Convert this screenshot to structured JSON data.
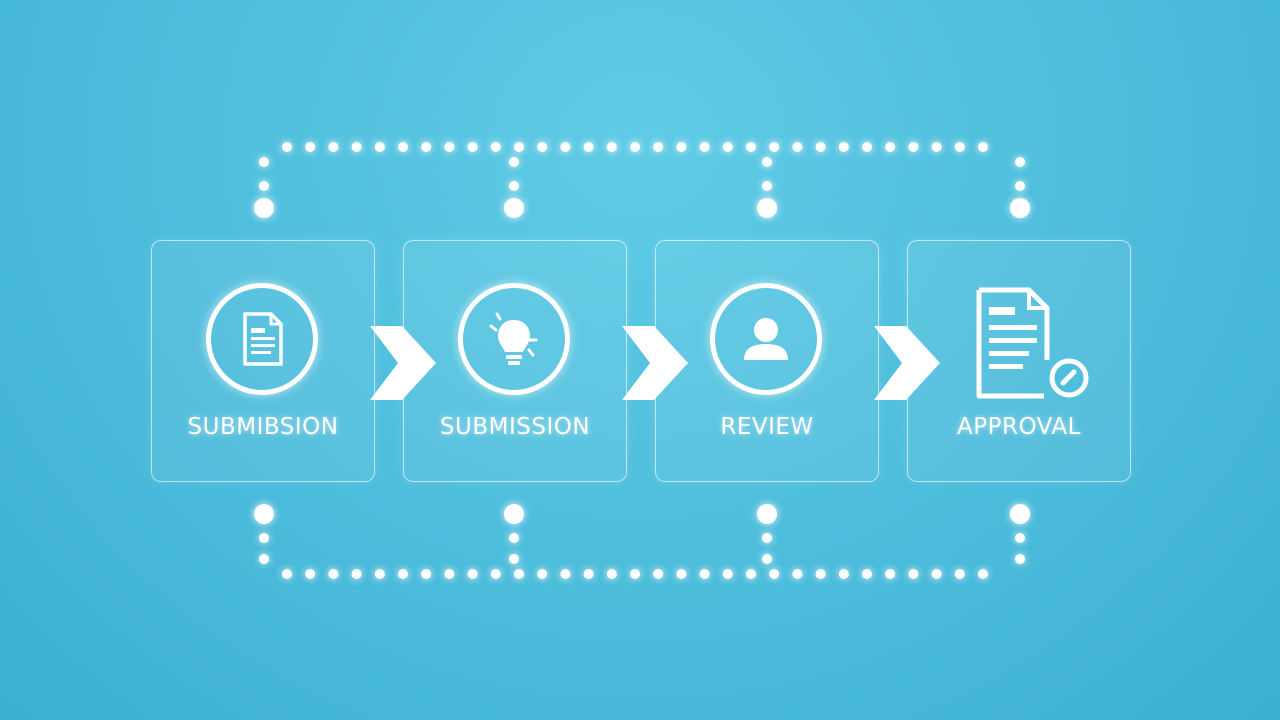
{
  "diagram": {
    "steps": [
      {
        "label": "SUBMIBSION",
        "icon": "document-icon"
      },
      {
        "label": "SUBMISSION",
        "icon": "lightbulb-icon"
      },
      {
        "label": "REVIEW",
        "icon": "user-icon"
      },
      {
        "label": "APPROVAL",
        "icon": "document-check-icon"
      }
    ],
    "colors": {
      "background": "#4fbfdd",
      "foreground": "#ffffff"
    }
  }
}
